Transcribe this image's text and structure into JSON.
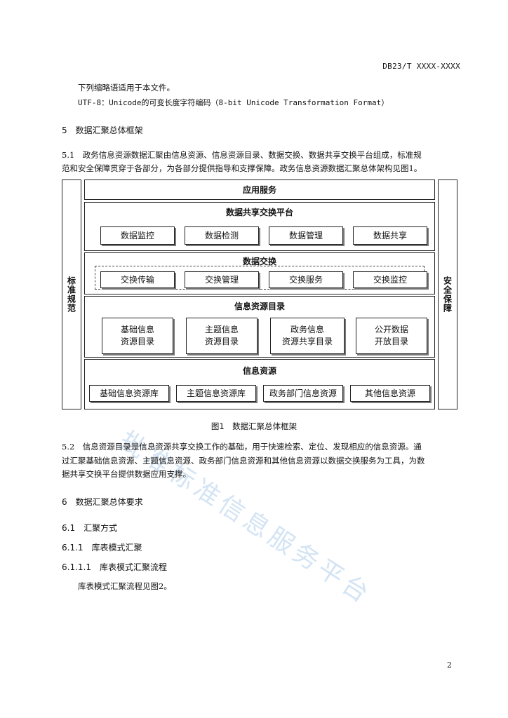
{
  "header": {
    "doc_code": "DB23/T XXXX-XXXX"
  },
  "intro": {
    "line1": "下列缩略语适用于本文件。",
    "line2": "UTF-8：Unicode的可变长度字符编码（8-bit Unicode Transformation Format）"
  },
  "section5": {
    "heading": "5　数据汇聚总体框架",
    "p51_line1": "5.1　政务信息资源数据汇聚由信息资源、信息资源目录、数据交换、数据共享交换平台组成，标准规",
    "p51_line2": "范和安全保障贯穿于各部分，为各部分提供指导和支撑保障。政务信息资源数据汇聚总体架构见图1。"
  },
  "figure": {
    "left_label": "标准规范",
    "right_label": "安全保障",
    "app_service": "应用服务",
    "platform": {
      "title": "数据共享交换平台",
      "items": [
        "数据监控",
        "数据检测",
        "数据管理",
        "数据共享"
      ]
    },
    "exchange": {
      "title": "数据交换",
      "items": [
        "交换传输",
        "交换管理",
        "交换服务",
        "交换监控"
      ]
    },
    "catalog": {
      "title": "信息资源目录",
      "items": [
        "基础信息\n资源目录",
        "主题信息\n资源目录",
        "政务信息\n资源共享目录",
        "公开数据\n开放目录"
      ]
    },
    "resources": {
      "title": "信息资源",
      "items": [
        "基础信息资源库",
        "主题信息资源库",
        "政务部门信息资源",
        "其他信息资源"
      ]
    },
    "caption": "图1　数据汇聚总体框架"
  },
  "p52": {
    "line1": "5.2　信息资源目录是信息资源共享交换工作的基础，用于快速检索、定位、发现相应的信息资源。通",
    "line2": "过汇聚基础信息资源、主题信息资源、政务部门信息资源和其他信息资源以数据交换服务为工具，为数",
    "line3": "据共享交换平台提供数据应用支撑。"
  },
  "section6": {
    "heading": "6　数据汇聚总体要求",
    "h61": "6.1　汇聚方式",
    "h611": "6.1.1　库表模式汇聚",
    "h6111": "6.1.1.1　库表模式汇聚流程",
    "body": "库表模式汇聚流程见图2。"
  },
  "watermark": "批准标准信息服务平台",
  "page_number": "2"
}
